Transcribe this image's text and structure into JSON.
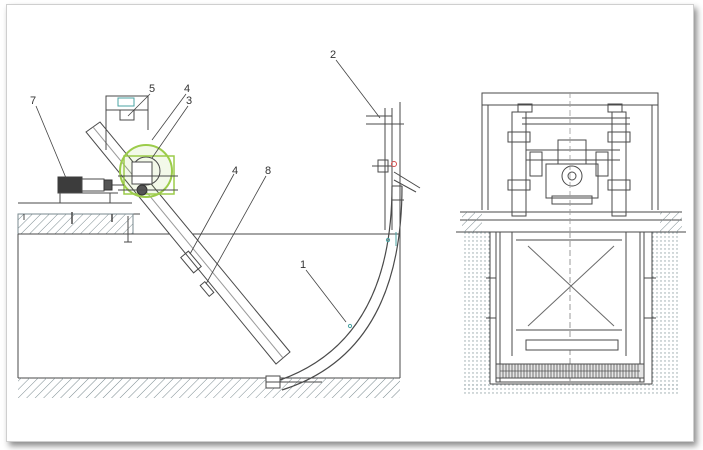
{
  "colors": {
    "line": "#4a4a4a",
    "light_line": "#9a9a9a",
    "ground_hatch": "#7a8a8f",
    "ground_fill": "#c9d4d6",
    "motor": "#3c3c3c",
    "highlight_green": "#9ccc4a",
    "accent_red": "#d44a4a",
    "accent_teal": "#4aa3a3"
  },
  "callouts": {
    "label_1": "1",
    "label_2": "2",
    "label_3": "3",
    "label_4_top": "4",
    "label_4_mid": "4",
    "label_5": "5",
    "label_7": "7",
    "label_8": "8"
  }
}
